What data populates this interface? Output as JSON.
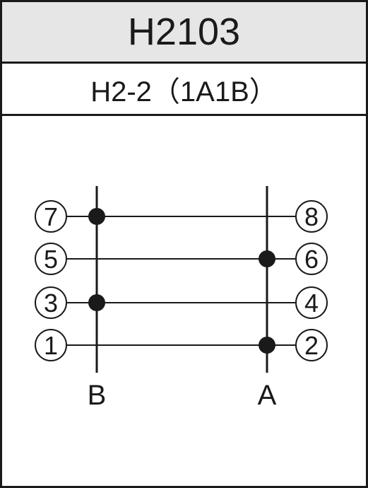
{
  "title": "H2103",
  "subtitle": "H2-2（1A1B）",
  "colors": {
    "line": "#1a1a1a",
    "header_bg": "#e6e6e6",
    "background": "#ffffff"
  },
  "buses": [
    {
      "label": "B",
      "side": "left"
    },
    {
      "label": "A",
      "side": "right"
    }
  ],
  "rows": [
    {
      "left_pin": "7",
      "right_pin": "8",
      "connected_bus": "B"
    },
    {
      "left_pin": "5",
      "right_pin": "6",
      "connected_bus": "A"
    },
    {
      "left_pin": "3",
      "right_pin": "4",
      "connected_bus": "B"
    },
    {
      "left_pin": "1",
      "right_pin": "2",
      "connected_bus": "A"
    }
  ]
}
